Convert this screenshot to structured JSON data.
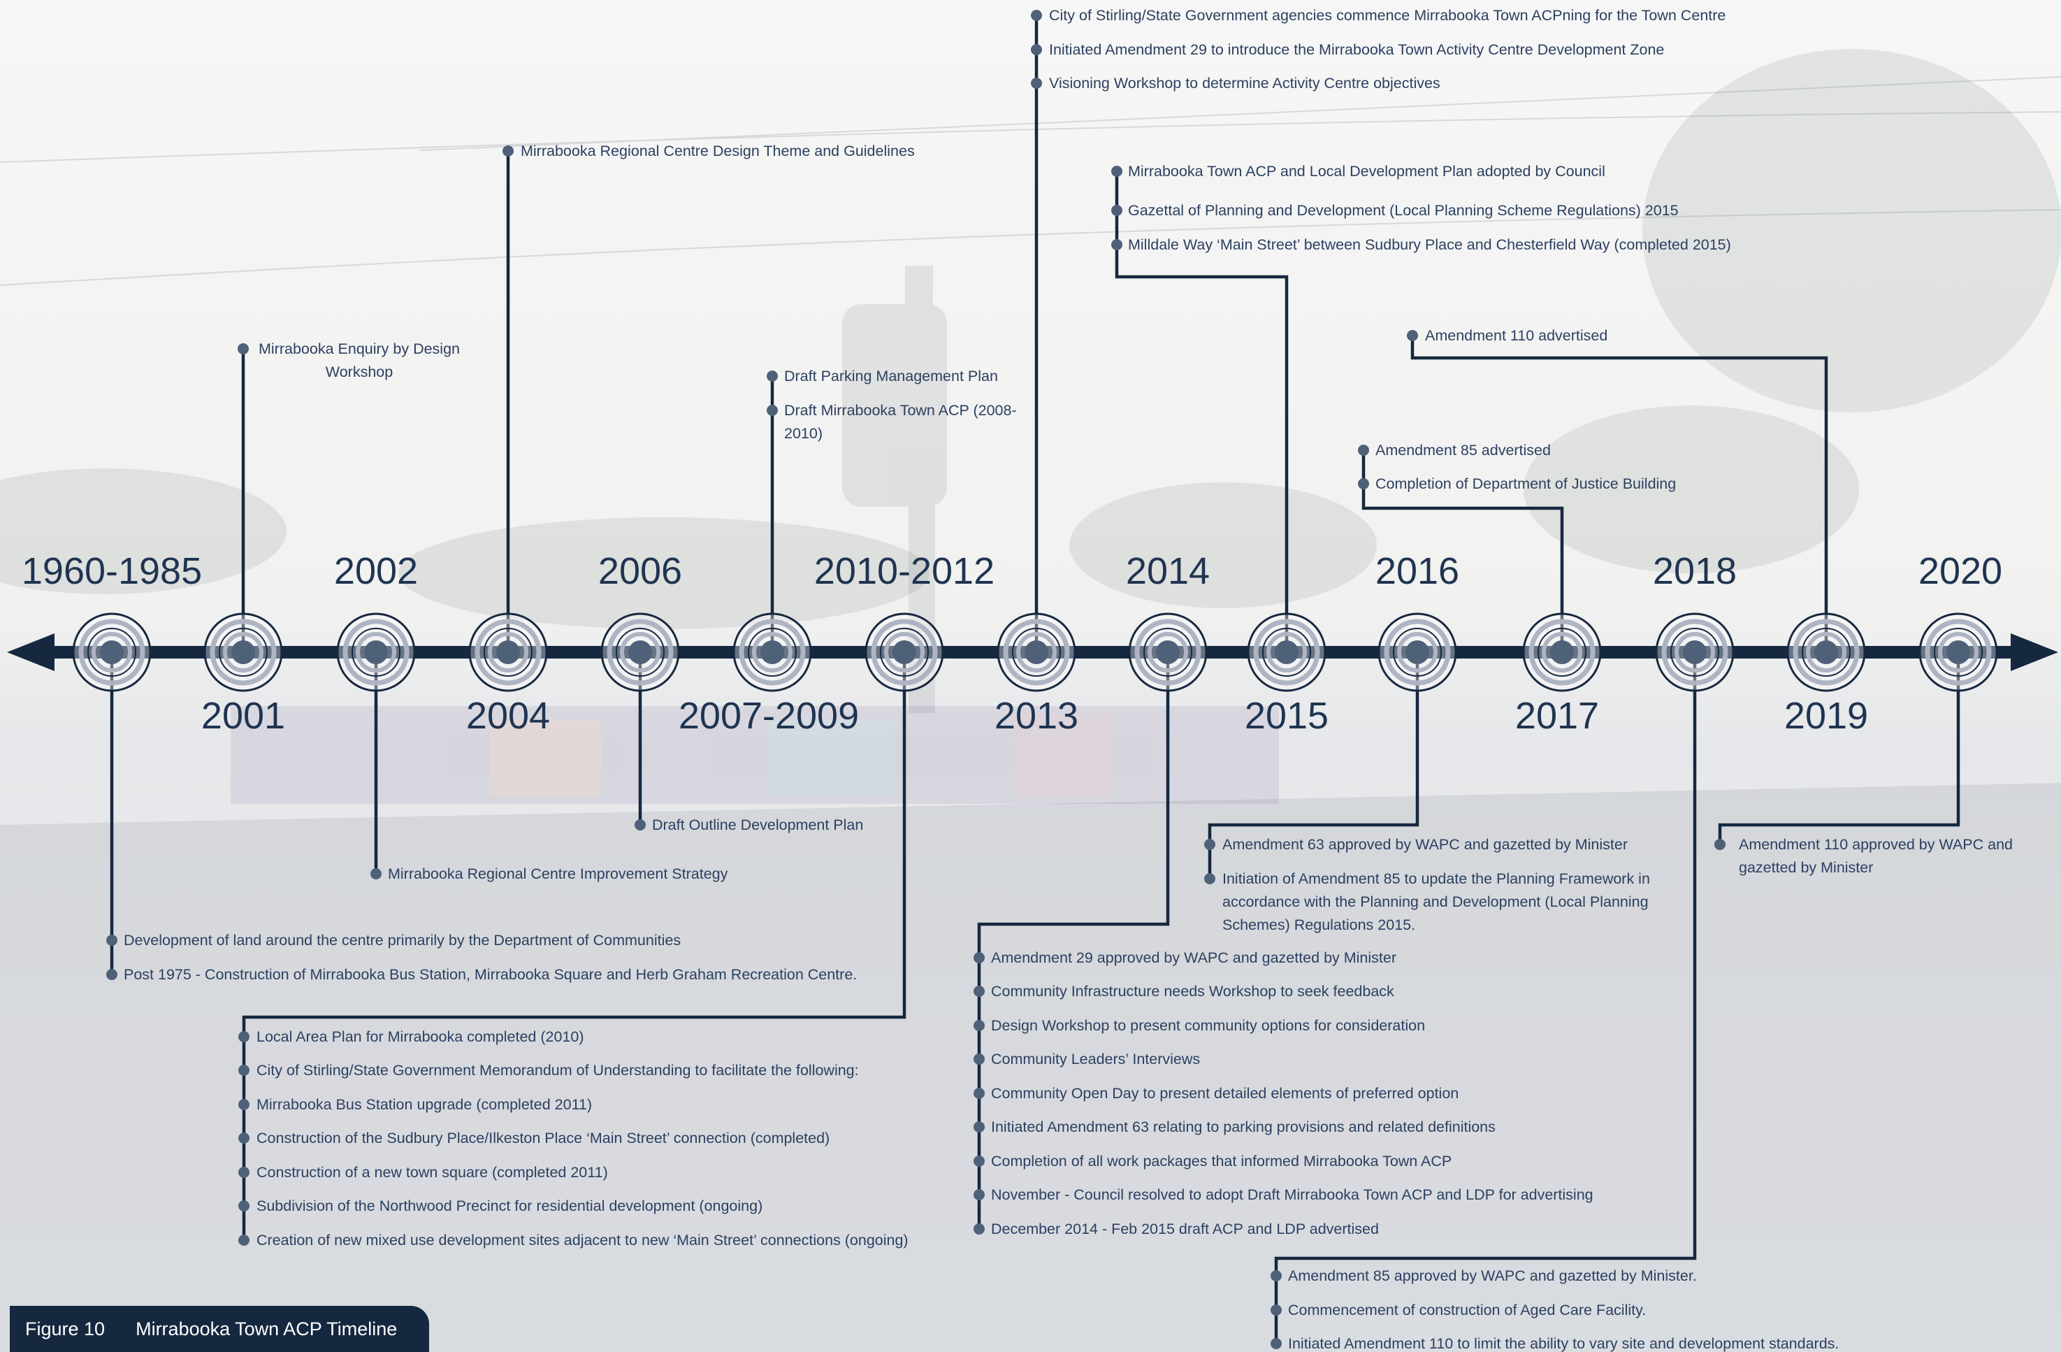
{
  "caption": {
    "figure_number": "Figure 10",
    "title": "Mirrabooka Town ACP Timeline"
  },
  "colors": {
    "axis": "#16283f",
    "node_ring": "#aeb4c3",
    "node_dot": "#4f6178",
    "connector": "#16283f",
    "text": "#2c4060",
    "caption_bg": "#16283f"
  },
  "timeline": [
    {
      "year": "1960-1985",
      "side": "below",
      "events": [
        "Development of land around the centre primarily by the Department of Communities",
        "Post 1975 - Construction of Mirrabooka Bus Station, Mirrabooka Square and Herb Graham Recreation Centre."
      ]
    },
    {
      "year": "2001",
      "side": "above",
      "events": [
        [
          "Mirrabooka Enquiry by Design",
          "Workshop"
        ]
      ]
    },
    {
      "year": "2002",
      "side": "below",
      "events": [
        "Mirrabooka Regional Centre Improvement Strategy"
      ]
    },
    {
      "year": "2004",
      "side": "above",
      "events": [
        "Mirrabooka Regional Centre Design Theme and Guidelines"
      ]
    },
    {
      "year": "2006",
      "side": "below",
      "events": [
        "Draft Outline Development Plan"
      ]
    },
    {
      "year": "2007-2009",
      "side": "above",
      "events": [
        "Draft Parking Management Plan",
        [
          "Draft Mirrabooka Town ACP (2008-",
          "2010)"
        ]
      ]
    },
    {
      "year": "2010-2012",
      "side": "below",
      "events": [
        "Local Area Plan for Mirrabooka completed (2010)",
        "City of Stirling/State Government Memorandum of Understanding to facilitate the following:",
        "Mirrabooka Bus Station upgrade (completed 2011)",
        "Construction of the Sudbury Place/Ilkeston Place ‘Main Street’ connection (completed)",
        "Construction of a new town square (completed 2011)",
        "Subdivision of the Northwood Precinct for residential development (ongoing)",
        "Creation of new mixed use development sites adjacent to new ‘Main Street’ connections (ongoing)"
      ]
    },
    {
      "year": "2013",
      "side": "above",
      "events": [
        "City of Stirling/State Government agencies commence Mirrabooka Town ACPning for the Town Centre",
        "Initiated Amendment 29 to introduce the Mirrabooka Town Activity Centre Development Zone",
        "Visioning Workshop to determine Activity Centre objectives"
      ]
    },
    {
      "year": "2014",
      "side": "below",
      "events": [
        "Amendment 29 approved by WAPC and gazetted by Minister",
        "Community Infrastructure needs Workshop to seek feedback",
        "Design Workshop to present community options for consideration",
        "Community Leaders’ Interviews",
        "Community Open Day to present detailed elements of preferred option",
        "Initiated Amendment 63 relating to parking provisions and related definitions",
        "Completion of all work packages that informed Mirrabooka Town ACP",
        "November - Council resolved to adopt Draft Mirrabooka Town ACP and LDP for advertising",
        "December 2014 - Feb 2015 draft ACP and LDP advertised"
      ]
    },
    {
      "year": "2015",
      "side": "above",
      "events": [
        "Mirrabooka Town ACP and Local Development Plan adopted by Council",
        "Gazettal of Planning and Development (Local Planning Scheme Regulations) 2015",
        "Milldale Way ‘Main Street’ between Sudbury Place and Chesterfield Way (completed 2015)"
      ]
    },
    {
      "year": "2016",
      "side": "below",
      "events": [
        "Amendment 63 approved by WAPC and gazetted by Minister",
        [
          "Initiation of Amendment 85 to update the Planning Framework in",
          "accordance with the Planning and Development (Local Planning",
          "Schemes) Regulations 2015."
        ]
      ]
    },
    {
      "year": "2017",
      "side": "above",
      "events": [
        "Amendment 85 advertised",
        "Completion of Department of Justice Building"
      ]
    },
    {
      "year": "2018",
      "side": "below",
      "events": [
        "Amendment 85 approved by WAPC and gazetted by Minister.",
        "Commencement of construction of Aged Care Facility.",
        "Initiated Amendment 110 to limit the ability to vary site and development standards."
      ]
    },
    {
      "year": "2019",
      "side": "above",
      "events": [
        "Amendment 110 advertised"
      ]
    },
    {
      "year": "2020",
      "side": "below",
      "events": [
        [
          "Amendment 110 approved by WAPC and",
          "gazetted by Minister"
        ]
      ]
    }
  ]
}
